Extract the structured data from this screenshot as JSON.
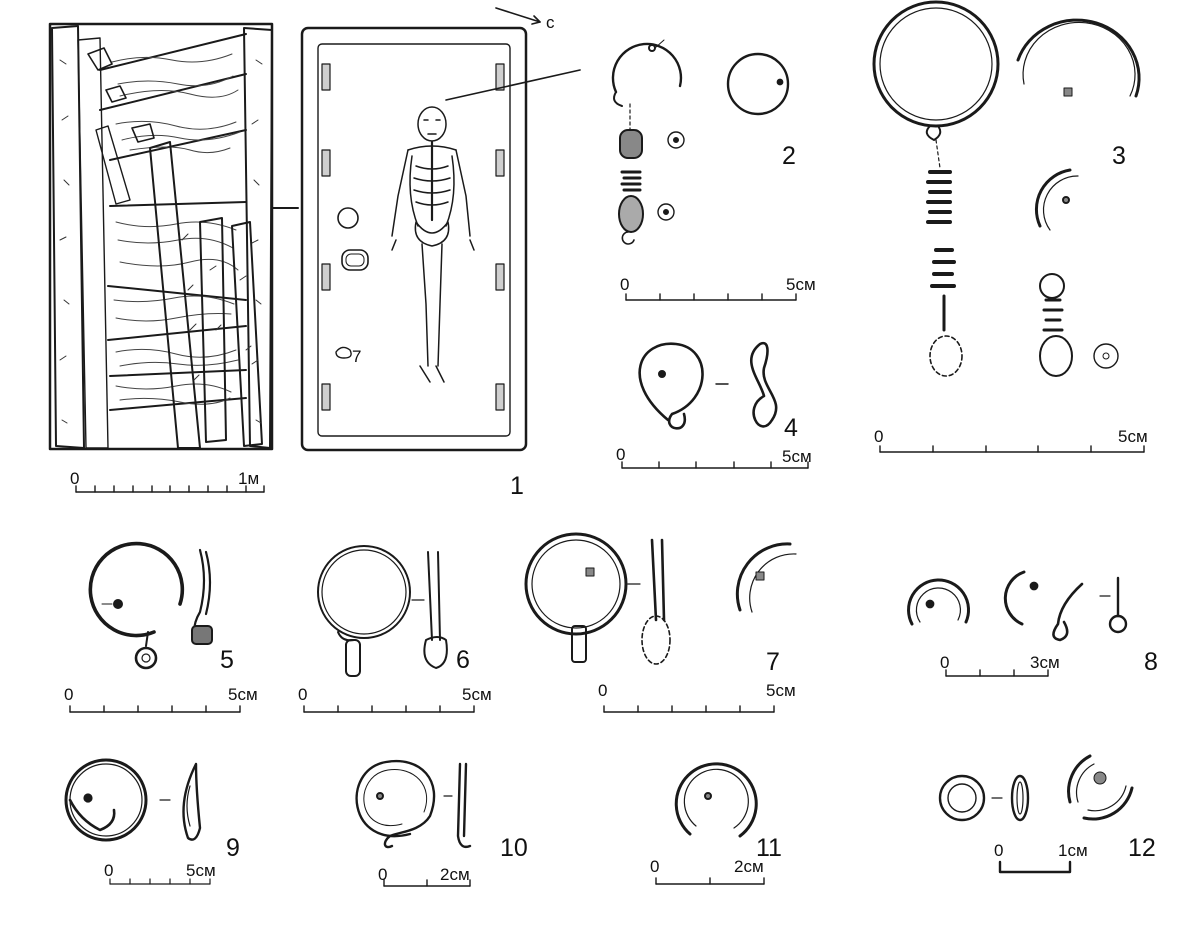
{
  "figures": [
    {
      "id": "1",
      "number": "1",
      "scale": {
        "start": "0",
        "end": "1м"
      },
      "grave_label": "7"
    },
    {
      "id": "2",
      "number": "2",
      "scale": {
        "start": "0",
        "end": "5см"
      }
    },
    {
      "id": "3",
      "number": "3",
      "scale": {
        "start": "0",
        "end": "5см"
      }
    },
    {
      "id": "4",
      "number": "4",
      "scale": {
        "start": "0",
        "end": "5см"
      }
    },
    {
      "id": "5",
      "number": "5",
      "scale": {
        "start": "0",
        "end": "5см"
      }
    },
    {
      "id": "6",
      "number": "6",
      "scale": {
        "start": "0",
        "end": "5см"
      }
    },
    {
      "id": "7",
      "number": "7",
      "scale": {
        "start": "0",
        "end": "5см"
      }
    },
    {
      "id": "8",
      "number": "8",
      "scale": {
        "start": "0",
        "end": "3см"
      }
    },
    {
      "id": "9",
      "number": "9",
      "scale": {
        "start": "0",
        "end": "5см"
      }
    },
    {
      "id": "10",
      "number": "10",
      "scale": {
        "start": "0",
        "end": "2см"
      }
    },
    {
      "id": "11",
      "number": "11",
      "scale": {
        "start": "0",
        "end": "2см"
      }
    },
    {
      "id": "12",
      "number": "12",
      "scale": {
        "start": "0",
        "end": "1см"
      }
    }
  ],
  "north_arrow": {
    "symbol": "с"
  },
  "style": {
    "ink": "#1a1a1a",
    "wood_fill": "#f4f1ec",
    "hatch": "#555555"
  }
}
